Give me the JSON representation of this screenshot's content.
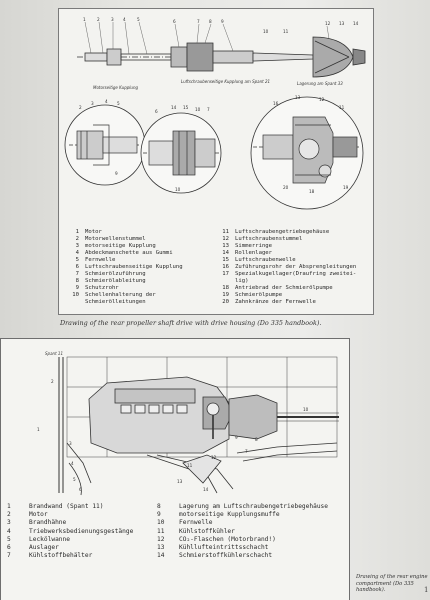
{
  "figure1": {
    "labels": {
      "left_coupling": "Motorseitige Kupplung",
      "mid_coupling": "Luftschraubenseitige Kupplung am Spant 21",
      "bearing": "Lagerung am Spant 33"
    },
    "legend_left": [
      {
        "n": "1",
        "t": "Motor"
      },
      {
        "n": "2",
        "t": "Motorwellenstummel"
      },
      {
        "n": "3",
        "t": "motorseitige Kupplung"
      },
      {
        "n": "4",
        "t": "Abdeckmanschette aus Gummi"
      },
      {
        "n": "5",
        "t": "Fernwelle"
      },
      {
        "n": "6",
        "t": "Luftschraubenseitige Kupplung"
      },
      {
        "n": "7",
        "t": "Schmierölzuführung"
      },
      {
        "n": "8",
        "t": "Schmierölableitung"
      },
      {
        "n": "9",
        "t": "Schutzrohr"
      },
      {
        "n": "10",
        "t": "Schellenhalterung der"
      },
      {
        "n": "",
        "t": "Schmierölleitungen"
      }
    ],
    "legend_right": [
      {
        "n": "11",
        "t": "Luftschraubengetriebegehäuse"
      },
      {
        "n": "12",
        "t": "Luftschraubenstummel"
      },
      {
        "n": "13",
        "t": "Simmerringe"
      },
      {
        "n": "14",
        "t": "Rollenlager"
      },
      {
        "n": "15",
        "t": "Luftschraubenwelle"
      },
      {
        "n": "16",
        "t": "Zuführungsrohr der Abspreng­leitungen"
      },
      {
        "n": "17",
        "t": "Spezialkugellager(Drauf­ring zweitei-"
      },
      {
        "n": "",
        "t": "lig)"
      },
      {
        "n": "18",
        "t": "Antriebrad der Schmierölpumpe"
      },
      {
        "n": "19",
        "t": "Schmierölpumpe"
      },
      {
        "n": "20",
        "t": "Zahnkränze der Fernwelle"
      }
    ]
  },
  "caption1": "Drawing of the rear propeller shaft drive with drive housing (Do 335 handbook).",
  "figure2": {
    "corner_label": "Spant 11",
    "legend_left": [
      {
        "n": "1",
        "t": "Brandwand (Spant 11)"
      },
      {
        "n": "2",
        "t": "Motor"
      },
      {
        "n": "3",
        "t": "Brandhähne"
      },
      {
        "n": "4",
        "t": "Triebwerksbedienungsgestänge"
      },
      {
        "n": "5",
        "t": "Lecköl­wanne"
      },
      {
        "n": "6",
        "t": "Auslager"
      },
      {
        "n": "7",
        "t": "Kühlstoffbehälter"
      }
    ],
    "legend_right": [
      {
        "n": "8",
        "t": "Lagerung am Luftschraubengetriebegehäuse"
      },
      {
        "n": "9",
        "t": "motorseitige Kupplungsmuffe"
      },
      {
        "n": "10",
        "t": "Fernwelle"
      },
      {
        "n": "11",
        "t": "Kühlstoffkühler"
      },
      {
        "n": "12",
        "t": "CO₂-Flaschen (Motorbrand!)"
      },
      {
        "n": "13",
        "t": "Kühllufteintrittsschacht"
      },
      {
        "n": "14",
        "t": "Schmierstoffkühlerschacht"
      }
    ]
  },
  "caption2": "Drawing of the rear engine compartment (Do 335 handbook).",
  "page_number": "1"
}
